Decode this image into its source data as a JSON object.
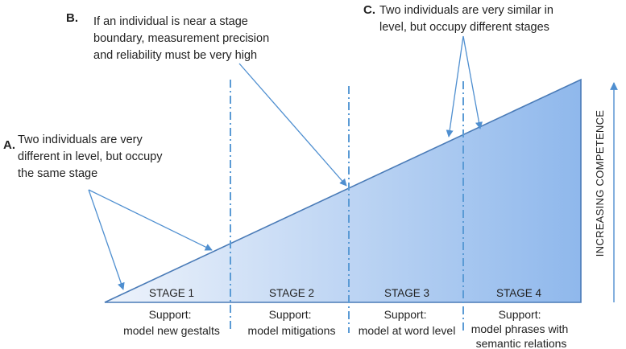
{
  "annotations": {
    "a": {
      "letter": "A.",
      "lines": [
        "Two individuals are very",
        "different in level, but occupy",
        "the same stage"
      ]
    },
    "b": {
      "letter": "B.",
      "lines": [
        "If an individual is near a stage",
        "boundary, measurement precision",
        "and reliability must be very high"
      ]
    },
    "c": {
      "letter": "C.",
      "lines": [
        "Two individuals are very similar in",
        "level, but occupy different stages"
      ]
    }
  },
  "stages": [
    {
      "label": "STAGE 1",
      "support": [
        "Support:",
        "model new gestalts"
      ]
    },
    {
      "label": "STAGE 2",
      "support": [
        "Support:",
        "model mitigations"
      ]
    },
    {
      "label": "STAGE 3",
      "support": [
        "Support:",
        "model at word level"
      ]
    },
    {
      "label": "STAGE 4",
      "support": [
        "Support:",
        "model phrases with",
        "semantic relations"
      ]
    }
  ],
  "axis_label": "INCREASING COMPETENCE",
  "colors": {
    "gradient_start": "#eef3fb",
    "gradient_end": "#8fb8ec",
    "boundary_line": "#5b9bd5",
    "pointer_line": "#4f8fd0",
    "outline": "#4a7bb7"
  }
}
